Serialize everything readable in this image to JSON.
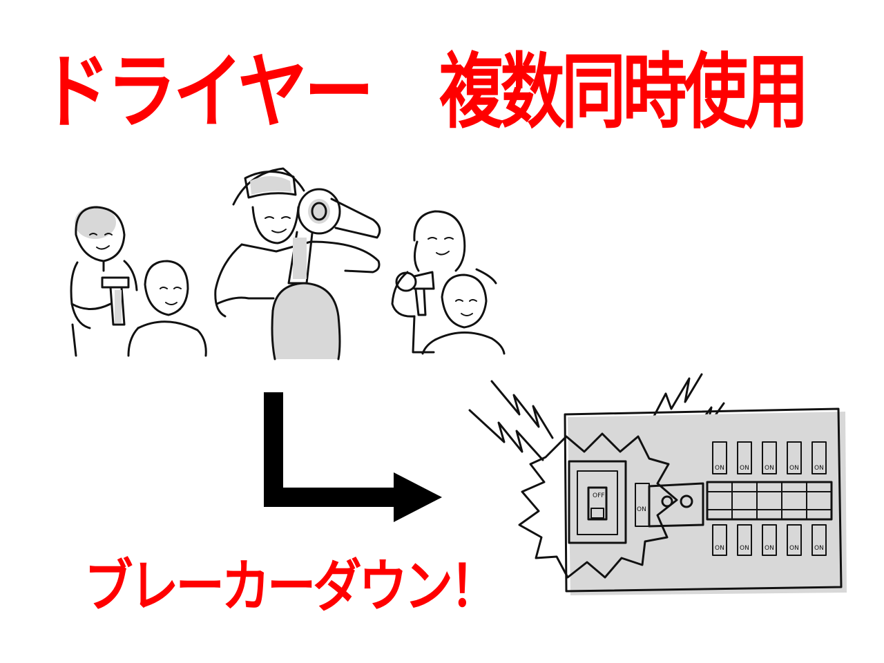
{
  "title": {
    "left": "ドライヤー",
    "right": "複数同時使用"
  },
  "caption": "ブレーカーダウン！",
  "breaker": {
    "main_switch_label": "OFF",
    "side_label": "ON",
    "switch_label": "ON"
  },
  "colors": {
    "headline": "#ff0000",
    "ink": "#111111",
    "shade": "#d8d8d8"
  },
  "icons": [
    "hair-dryer-icon",
    "arrow-icon",
    "lightning-icon",
    "breaker-panel-icon"
  ]
}
